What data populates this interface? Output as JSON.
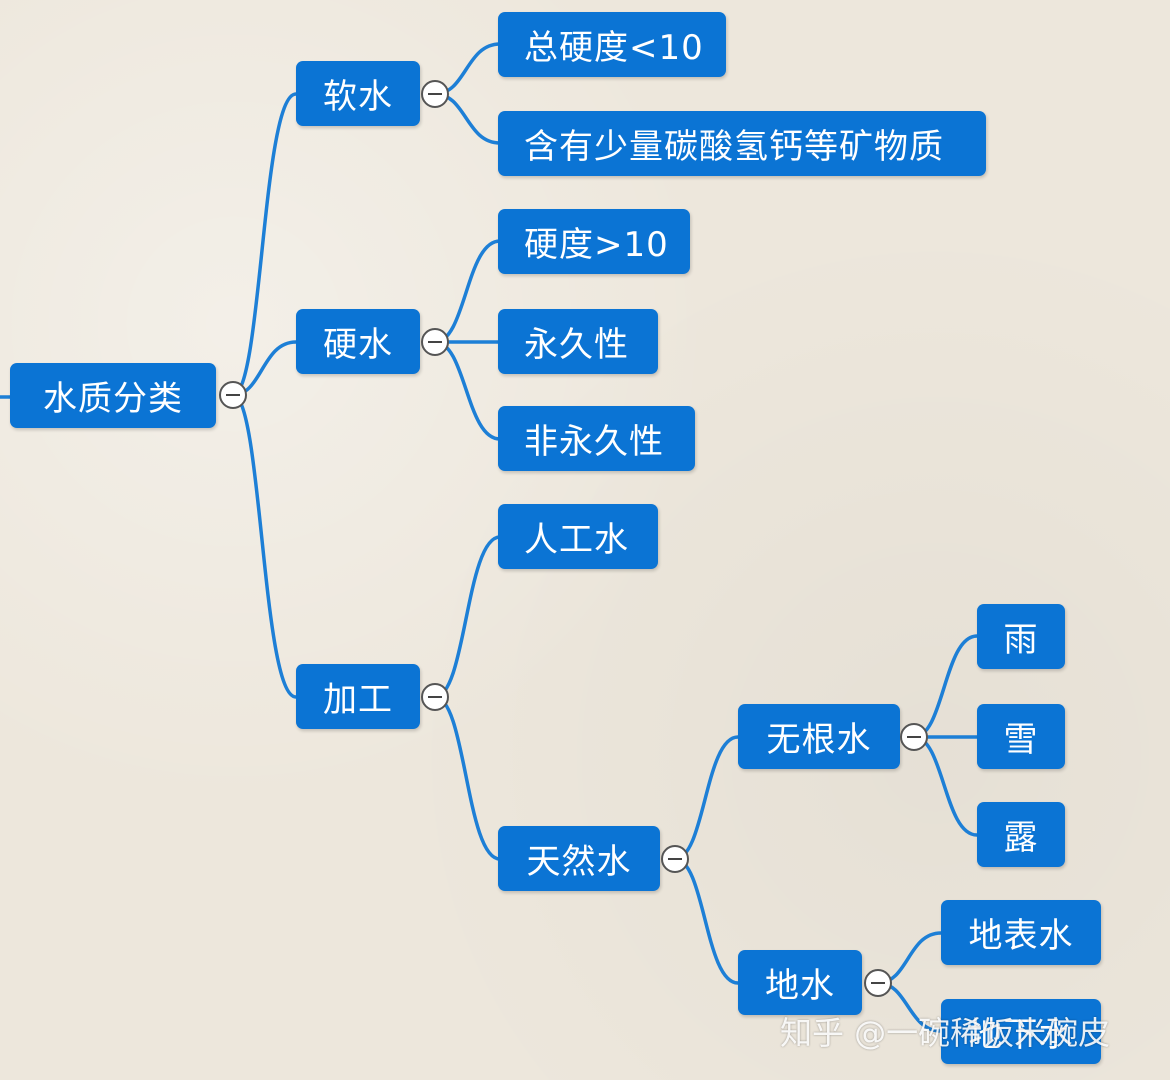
{
  "mindmap": {
    "root": "水质分类",
    "soft": {
      "label": "软水",
      "children": [
        "总硬度<10",
        "含有少量碳酸氢钙等矿物质"
      ]
    },
    "hard": {
      "label": "硬水",
      "children": [
        "硬度>10",
        "永久性",
        "非永久性"
      ]
    },
    "processed": {
      "label": "加工",
      "artificial": "人工水",
      "natural": {
        "label": "天然水",
        "rootless": {
          "label": "无根水",
          "children": [
            "雨",
            "雪",
            "露"
          ]
        },
        "ground": {
          "label": "地水",
          "children": [
            "地表水",
            "地下水"
          ]
        }
      }
    }
  },
  "colors": {
    "node_fill": "#0b74d4",
    "connector": "#1d7fd6",
    "background": "#ede7dc"
  },
  "icons": {
    "toggle": "collapse-minus-icon"
  },
  "watermark": "知乎 @一碗稀饭米碗皮"
}
